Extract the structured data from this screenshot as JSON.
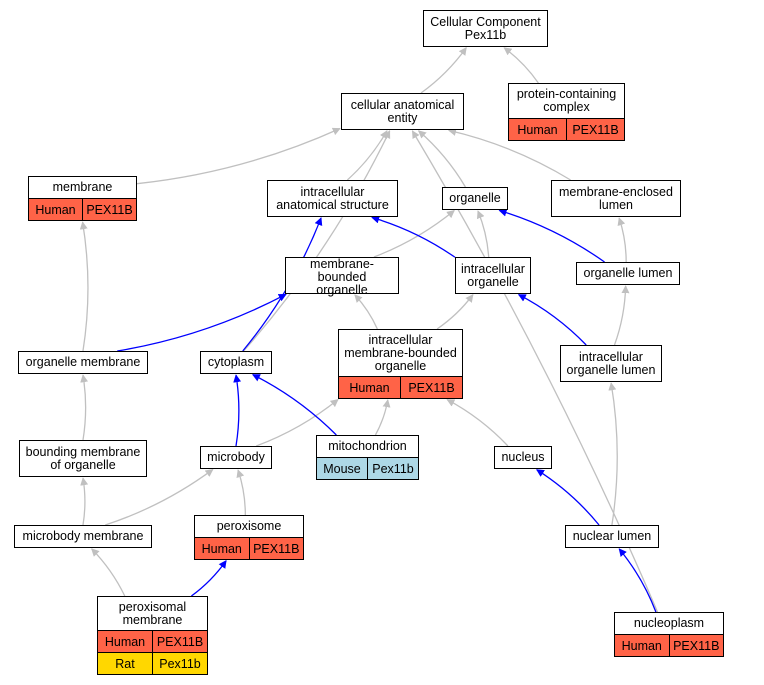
{
  "colors": {
    "human": "#FF6347",
    "mouse": "#ADD8E6",
    "rat": "#FFD700",
    "edge_grey": "#C0C0C0",
    "edge_blue": "#0000FF"
  },
  "nodes": {
    "cellular_component": {
      "title": "Cellular Component\nPex11b",
      "rows": []
    },
    "cellular_anatomical_entity": {
      "title": "cellular anatomical\nentity",
      "rows": []
    },
    "protein_containing_complex": {
      "title": "protein-containing\ncomplex",
      "rows": [
        {
          "species": "Human",
          "gene": "PEX11B",
          "color": "human"
        }
      ]
    },
    "membrane": {
      "title": "membrane",
      "rows": [
        {
          "species": "Human",
          "gene": "PEX11B",
          "color": "human"
        }
      ]
    },
    "intracellular_anatomical_structure": {
      "title": "intracellular\nanatomical structure",
      "rows": []
    },
    "organelle": {
      "title": "organelle",
      "rows": []
    },
    "membrane_enclosed_lumen": {
      "title": "membrane-enclosed\nlumen",
      "rows": []
    },
    "membrane_bounded_organelle": {
      "title": "membrane-bounded\norganelle",
      "rows": []
    },
    "intracellular_organelle": {
      "title": "intracellular\norganelle",
      "rows": []
    },
    "organelle_lumen": {
      "title": "organelle lumen",
      "rows": []
    },
    "organelle_membrane": {
      "title": "organelle membrane",
      "rows": []
    },
    "cytoplasm": {
      "title": "cytoplasm",
      "rows": []
    },
    "intracellular_membrane_bounded_organelle": {
      "title": "intracellular\nmembrane-bounded\norganelle",
      "rows": [
        {
          "species": "Human",
          "gene": "PEX11B",
          "color": "human"
        }
      ]
    },
    "intracellular_organelle_lumen": {
      "title": "intracellular\norganelle lumen",
      "rows": []
    },
    "bounding_membrane_of_organelle": {
      "title": "bounding membrane\nof organelle",
      "rows": []
    },
    "microbody": {
      "title": "microbody",
      "rows": []
    },
    "mitochondrion": {
      "title": "mitochondrion",
      "rows": [
        {
          "species": "Mouse",
          "gene": "Pex11b",
          "color": "mouse"
        }
      ]
    },
    "nucleus": {
      "title": "nucleus",
      "rows": []
    },
    "microbody_membrane": {
      "title": "microbody membrane",
      "rows": []
    },
    "peroxisome": {
      "title": "peroxisome",
      "rows": [
        {
          "species": "Human",
          "gene": "PEX11B",
          "color": "human"
        }
      ]
    },
    "nuclear_lumen": {
      "title": "nuclear lumen",
      "rows": []
    },
    "peroxisomal_membrane": {
      "title": "peroxisomal\nmembrane",
      "rows": [
        {
          "species": "Human",
          "gene": "PEX11B",
          "color": "human"
        },
        {
          "species": "Rat",
          "gene": "Pex11b",
          "color": "rat"
        }
      ]
    },
    "nucleoplasm": {
      "title": "nucleoplasm",
      "rows": [
        {
          "species": "Human",
          "gene": "PEX11B",
          "color": "human"
        }
      ]
    }
  },
  "edges": [
    {
      "from": "cellular_anatomical_entity",
      "to": "cellular_component",
      "color": "edge_grey"
    },
    {
      "from": "protein_containing_complex",
      "to": "cellular_component",
      "color": "edge_grey"
    },
    {
      "from": "membrane",
      "to": "cellular_anatomical_entity",
      "color": "edge_grey"
    },
    {
      "from": "intracellular_anatomical_structure",
      "to": "cellular_anatomical_entity",
      "color": "edge_grey"
    },
    {
      "from": "organelle",
      "to": "cellular_anatomical_entity",
      "color": "edge_grey"
    },
    {
      "from": "membrane_enclosed_lumen",
      "to": "cellular_anatomical_entity",
      "color": "edge_grey"
    },
    {
      "from": "cytoplasm",
      "to": "cellular_anatomical_entity",
      "color": "edge_grey"
    },
    {
      "from": "nucleoplasm",
      "to": "cellular_anatomical_entity",
      "color": "edge_grey"
    },
    {
      "from": "membrane_bounded_organelle",
      "to": "organelle",
      "color": "edge_grey"
    },
    {
      "from": "intracellular_organelle",
      "to": "organelle",
      "color": "edge_grey"
    },
    {
      "from": "intracellular_organelle",
      "to": "intracellular_anatomical_structure",
      "color": "edge_blue"
    },
    {
      "from": "organelle_lumen",
      "to": "organelle",
      "color": "edge_blue"
    },
    {
      "from": "organelle_lumen",
      "to": "membrane_enclosed_lumen",
      "color": "edge_grey"
    },
    {
      "from": "cytoplasm",
      "to": "intracellular_anatomical_structure",
      "color": "edge_blue"
    },
    {
      "from": "organelle_membrane",
      "to": "membrane",
      "color": "edge_grey"
    },
    {
      "from": "organelle_membrane",
      "to": "membrane_bounded_organelle",
      "color": "edge_blue"
    },
    {
      "from": "intracellular_membrane_bounded_organelle",
      "to": "membrane_bounded_organelle",
      "color": "edge_grey"
    },
    {
      "from": "intracellular_membrane_bounded_organelle",
      "to": "intracellular_organelle",
      "color": "edge_grey"
    },
    {
      "from": "intracellular_organelle_lumen",
      "to": "intracellular_organelle",
      "color": "edge_blue"
    },
    {
      "from": "intracellular_organelle_lumen",
      "to": "organelle_lumen",
      "color": "edge_grey"
    },
    {
      "from": "bounding_membrane_of_organelle",
      "to": "organelle_membrane",
      "color": "edge_grey"
    },
    {
      "from": "microbody",
      "to": "cytoplasm",
      "color": "edge_blue"
    },
    {
      "from": "microbody",
      "to": "intracellular_membrane_bounded_organelle",
      "color": "edge_grey"
    },
    {
      "from": "mitochondrion",
      "to": "cytoplasm",
      "color": "edge_blue"
    },
    {
      "from": "mitochondrion",
      "to": "intracellular_membrane_bounded_organelle",
      "color": "edge_grey"
    },
    {
      "from": "nucleus",
      "to": "intracellular_membrane_bounded_organelle",
      "color": "edge_grey"
    },
    {
      "from": "microbody_membrane",
      "to": "bounding_membrane_of_organelle",
      "color": "edge_grey"
    },
    {
      "from": "microbody_membrane",
      "to": "microbody",
      "color": "edge_grey"
    },
    {
      "from": "peroxisome",
      "to": "microbody",
      "color": "edge_grey"
    },
    {
      "from": "nuclear_lumen",
      "to": "nucleus",
      "color": "edge_blue"
    },
    {
      "from": "nuclear_lumen",
      "to": "intracellular_organelle_lumen",
      "color": "edge_grey"
    },
    {
      "from": "peroxisomal_membrane",
      "to": "microbody_membrane",
      "color": "edge_grey"
    },
    {
      "from": "peroxisomal_membrane",
      "to": "peroxisome",
      "color": "edge_blue"
    },
    {
      "from": "nucleoplasm",
      "to": "nuclear_lumen",
      "color": "edge_blue"
    }
  ]
}
